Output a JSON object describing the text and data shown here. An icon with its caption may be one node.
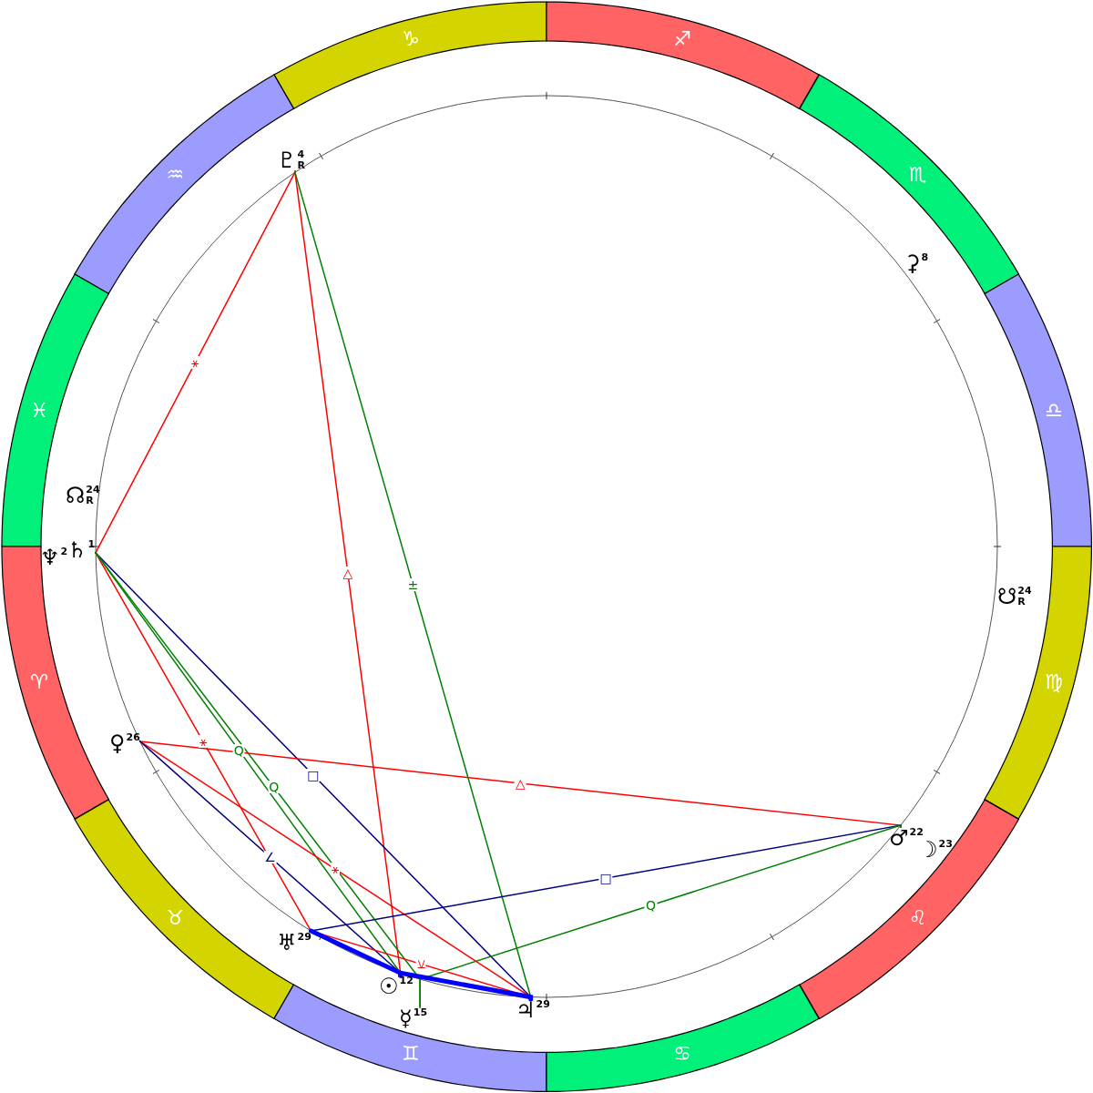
{
  "diagram": {
    "nodes": [
      {
        "text": [
          "♑"
        ]
      },
      {
        "text": [
          "♐"
        ]
      },
      {
        "text": [
          "♒"
        ]
      },
      {
        "text": [
          "♏"
        ]
      },
      {
        "text": [
          "♓"
        ]
      },
      {
        "text": [
          "♎"
        ]
      },
      {
        "text": [
          "♈"
        ]
      },
      {
        "text": [
          "♍"
        ]
      },
      {
        "text": [
          "♉"
        ]
      },
      {
        "text": [
          "♌"
        ]
      },
      {
        "text": [
          "♊"
        ]
      },
      {
        "text": [
          "♋"
        ]
      },
      {
        "text": [
          "♇",
          "4",
          "R"
        ]
      },
      {
        "text": [
          "⚳",
          "8"
        ]
      },
      {
        "text": [
          "☊",
          "24",
          "R"
        ]
      },
      {
        "text": [
          "♄",
          "1"
        ]
      },
      {
        "text": [
          "♆",
          "2"
        ]
      },
      {
        "text": [
          "☋",
          "24",
          "R"
        ]
      },
      {
        "text": [
          "♀",
          "26"
        ]
      },
      {
        "text": [
          "♂",
          "22"
        ]
      },
      {
        "text": [
          "☽",
          "23"
        ]
      },
      {
        "text": [
          "♅",
          "29"
        ]
      },
      {
        "text": [
          "☉",
          "12"
        ]
      },
      {
        "text": [
          "♃",
          "29"
        ]
      },
      {
        "text": [
          "☿",
          "15"
        ]
      }
    ],
    "edges": [
      {
        "from": 12,
        "to": 15,
        "arrow": "none",
        "label": "⚹"
      },
      {
        "from": 12,
        "to": 22,
        "arrow": "none",
        "label": "△"
      },
      {
        "from": 12,
        "to": 23,
        "arrow": "none",
        "label": "±",
        "color": "#008000"
      },
      {
        "from": 15,
        "to": 21,
        "arrow": "none",
        "label": "⚹"
      },
      {
        "from": 15,
        "to": 23,
        "arrow": "none",
        "label": "□",
        "color": "#000080"
      },
      {
        "from": 15,
        "to": 22,
        "arrow": "none",
        "label": "Q",
        "color": "#008000"
      },
      {
        "from": 15,
        "to": 24,
        "arrow": "none",
        "label": "Q",
        "color": "#008000"
      },
      {
        "from": 18,
        "to": 19,
        "arrow": "none",
        "label": "△"
      },
      {
        "from": 18,
        "to": 23,
        "arrow": "none",
        "label": "⚹"
      },
      {
        "from": 18,
        "to": 22,
        "arrow": "none",
        "label": "∠",
        "color": "#000080"
      },
      {
        "from": 21,
        "to": 19,
        "arrow": "none",
        "label": "□",
        "color": "#000080"
      },
      {
        "from": 24,
        "to": 19,
        "arrow": "none",
        "label": "Q",
        "color": "#008000"
      },
      {
        "from": 21,
        "to": 23,
        "arrow": "none",
        "label": "⚺"
      },
      {
        "from": 21,
        "to": 22,
        "arrow": "none",
        "style": "thick",
        "color": "#0000ff"
      },
      {
        "from": 22,
        "to": 23,
        "arrow": "none",
        "style": "thick",
        "color": "#0000ff"
      }
    ]
  }
}
